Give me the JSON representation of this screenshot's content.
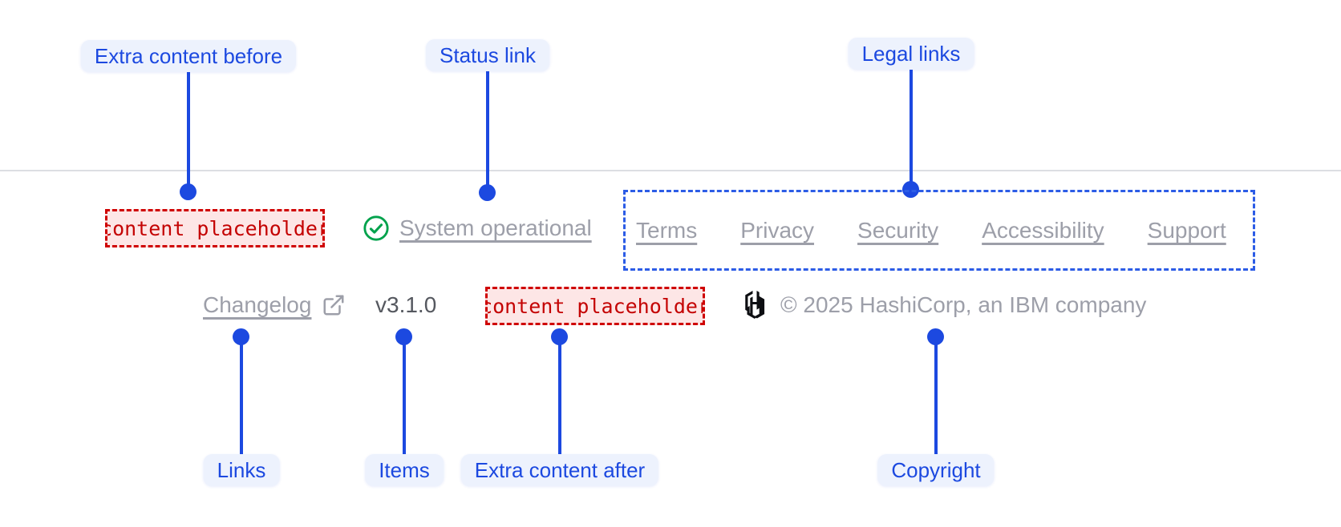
{
  "annotations": {
    "extra_content_before": "Extra content before",
    "status_link": "Status link",
    "legal_links": "Legal links",
    "links": "Links",
    "items": "Items",
    "extra_content_after": "Extra content after",
    "copyright": "Copyright"
  },
  "footer": {
    "extra_before_placeholder": "content placeholder",
    "status": {
      "icon": "check-circle-icon",
      "label": "System operational"
    },
    "legal_links": [
      "Terms",
      "Privacy",
      "Security",
      "Accessibility",
      "Support"
    ],
    "links": [
      {
        "label": "Changelog",
        "icon": "external-link-icon"
      }
    ],
    "version": "v3.1.0",
    "extra_after_placeholder": "content placeholder",
    "copyright": {
      "logo": "hashicorp-logo",
      "text": "© 2025 HashiCorp, an IBM company"
    }
  },
  "colors": {
    "annotation_blue": "#1c49e0",
    "annotation_pill_bg": "#edf2fd",
    "legal_box_dash": "#2c5ce6",
    "faded_link": "#9d9fa9",
    "version_text": "#55585f",
    "divider": "#dcdee3",
    "placeholder_border": "#cf0101",
    "placeholder_bg": "#fde6e6",
    "placeholder_text": "#c40303",
    "status_green": "#00a24c",
    "logo_black": "#0d0e12"
  }
}
